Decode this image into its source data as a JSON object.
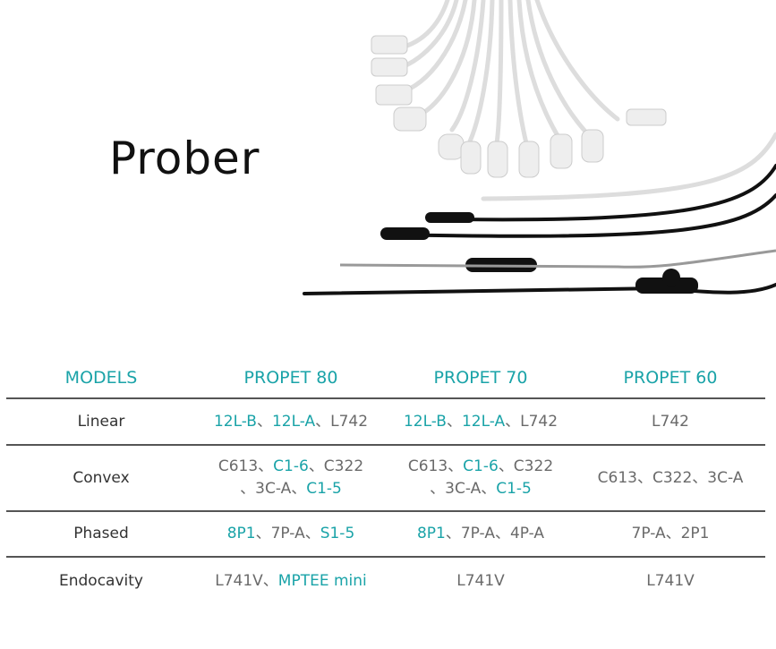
{
  "title": "Prober",
  "colors": {
    "accent": "#1aa3a8",
    "text": "#6a6a6a"
  },
  "table": {
    "headers": [
      "MODELS",
      "PROPET 80",
      "PROPET 70",
      "PROPET 60"
    ],
    "rows": [
      {
        "label": "Linear",
        "cells": [
          [
            [
              {
                "t": "12L-B",
                "hl": true
              },
              {
                "t": "、"
              },
              {
                "t": "12L-A",
                "hl": true
              },
              {
                "t": "、L742"
              }
            ]
          ],
          [
            [
              {
                "t": "12L-B",
                "hl": true
              },
              {
                "t": "、"
              },
              {
                "t": "12L-A",
                "hl": true
              },
              {
                "t": "、L742"
              }
            ]
          ],
          [
            [
              {
                "t": "L742"
              }
            ]
          ]
        ]
      },
      {
        "label": "Convex",
        "cells": [
          [
            [
              {
                "t": "C613、"
              },
              {
                "t": "C1-6",
                "hl": true
              },
              {
                "t": "、C322"
              }
            ],
            [
              {
                "t": "、3C-A、"
              },
              {
                "t": "C1-5",
                "hl": true
              }
            ]
          ],
          [
            [
              {
                "t": "C613、"
              },
              {
                "t": "C1-6",
                "hl": true
              },
              {
                "t": "、C322"
              }
            ],
            [
              {
                "t": "、3C-A、"
              },
              {
                "t": "C1-5",
                "hl": true
              }
            ]
          ],
          [
            [
              {
                "t": "C613、C322、3C-A"
              }
            ]
          ]
        ]
      },
      {
        "label": "Phased",
        "cells": [
          [
            [
              {
                "t": "8P1",
                "hl": true
              },
              {
                "t": "、7P-A、"
              },
              {
                "t": "S1-5",
                "hl": true
              }
            ]
          ],
          [
            [
              {
                "t": "8P1",
                "hl": true
              },
              {
                "t": "、7P-A、4P-A"
              }
            ]
          ],
          [
            [
              {
                "t": "7P-A、2P1"
              }
            ]
          ]
        ]
      },
      {
        "label": "Endocavity",
        "cells": [
          [
            [
              {
                "t": "L741V、"
              },
              {
                "t": "MPTEE mini",
                "hl": true
              }
            ]
          ],
          [
            [
              {
                "t": "L741V"
              }
            ]
          ],
          [
            [
              {
                "t": "L741V"
              }
            ]
          ]
        ]
      }
    ]
  }
}
